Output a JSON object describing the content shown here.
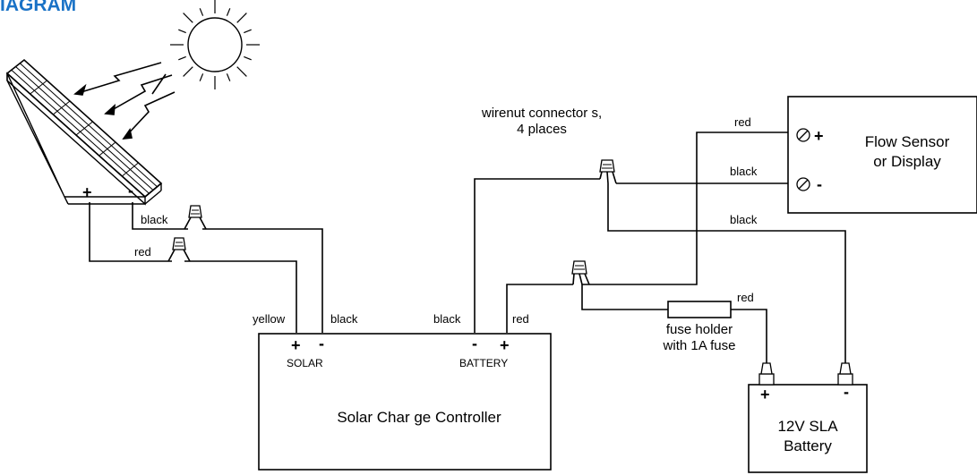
{
  "title": "IAGRAM",
  "labels": {
    "wirenut_line1": "wirenut connector s,",
    "wirenut_line2": "4 places",
    "solar_black": "black",
    "solar_red": "red",
    "yellow": "yellow",
    "ctrl_solar_black": "black",
    "ctrl_battery_black": "black",
    "ctrl_battery_red": "red",
    "sensor_red": "red",
    "sensor_black1": "black",
    "sensor_black2": "black",
    "fuse_red": "red",
    "fuse_line1": "fuse holder",
    "fuse_line2": "with 1A fuse"
  },
  "panel": {
    "plus": "+",
    "minus": "-"
  },
  "controller": {
    "name": "Solar Char ge Controller",
    "solar_label": "SOLAR",
    "battery_label": "BATTERY",
    "solar_plus": "+",
    "solar_minus": "-",
    "battery_minus": "-",
    "battery_plus": "+"
  },
  "sensor": {
    "line1": "Flow Sensor",
    "line2": "or Display",
    "plus": "+",
    "minus": "-"
  },
  "battery": {
    "line1": "12V SLA",
    "line2": "Battery",
    "plus": "+",
    "minus": "-"
  }
}
